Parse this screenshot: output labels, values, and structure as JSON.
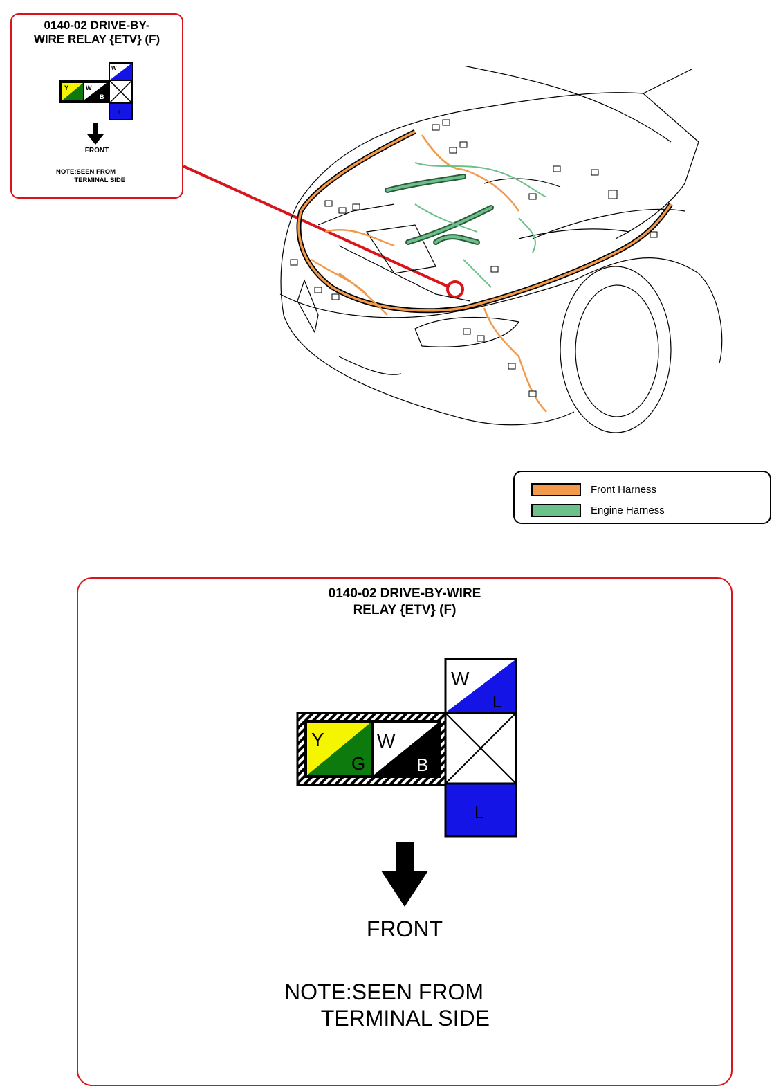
{
  "small_panel": {
    "title": "0140-02 DRIVE-BY-\nWIRE RELAY {ETV} (F)",
    "front_label": "FRONT",
    "note": "NOTE:SEEN FROM\n          TERMINAL SIDE"
  },
  "big_panel": {
    "title": "0140-02 DRIVE-BY-WIRE\nRELAY {ETV} (F)",
    "front_label": "FRONT",
    "note": "NOTE:SEEN FROM\n      TERMINAL SIDE"
  },
  "connector": {
    "terminals": [
      {
        "id": "t1",
        "primary": "W",
        "secondary": "L",
        "primary_color": "#ffffff",
        "secondary_color": "#1414e6"
      },
      {
        "id": "t2",
        "primary": "Y",
        "secondary": "G",
        "primary_color": "#f5f500",
        "secondary_color": "#0d7a0d"
      },
      {
        "id": "t3",
        "primary": "W",
        "secondary": "B",
        "primary_color": "#ffffff",
        "secondary_color": "#000000"
      },
      {
        "id": "t4",
        "primary": "",
        "secondary": "",
        "blank": true
      },
      {
        "id": "t5",
        "primary": "L",
        "secondary": "",
        "primary_color": "#1414e6"
      }
    ]
  },
  "legend": {
    "items": [
      {
        "label": "Front Harness",
        "color": "#f39a4a"
      },
      {
        "label": "Engine Harness",
        "color": "#6cc08a"
      }
    ]
  },
  "colors": {
    "callout_red": "#d9141b",
    "front_harness": "#f39a4a",
    "engine_harness": "#6cc08a"
  }
}
